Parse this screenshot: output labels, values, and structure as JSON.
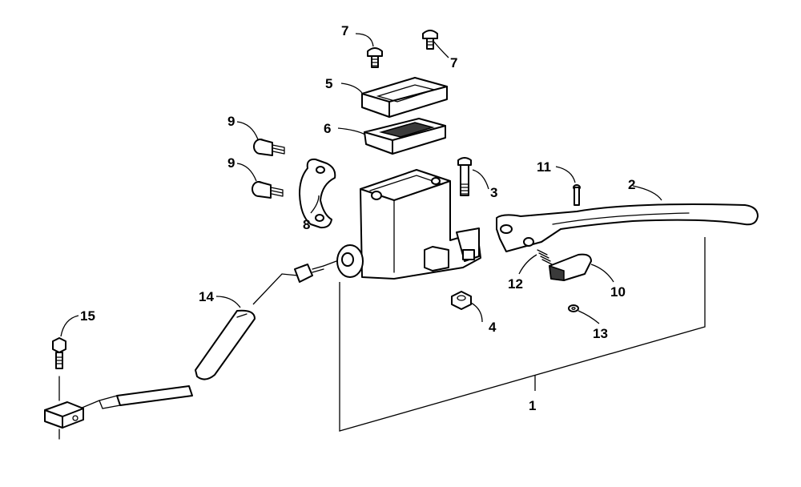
{
  "diagram": {
    "callouts": [
      {
        "id": "c1",
        "text": "1"
      },
      {
        "id": "c2",
        "text": "2"
      },
      {
        "id": "c3",
        "text": "3"
      },
      {
        "id": "c4",
        "text": "4"
      },
      {
        "id": "c5",
        "text": "5"
      },
      {
        "id": "c6",
        "text": "6"
      },
      {
        "id": "c7a",
        "text": "7"
      },
      {
        "id": "c7b",
        "text": "7"
      },
      {
        "id": "c8",
        "text": "8"
      },
      {
        "id": "c9a",
        "text": "9"
      },
      {
        "id": "c9b",
        "text": "9"
      },
      {
        "id": "c10",
        "text": "10"
      },
      {
        "id": "c11",
        "text": "11"
      },
      {
        "id": "c12",
        "text": "12"
      },
      {
        "id": "c13",
        "text": "13"
      },
      {
        "id": "c14",
        "text": "14"
      },
      {
        "id": "c15",
        "text": "15"
      }
    ]
  }
}
